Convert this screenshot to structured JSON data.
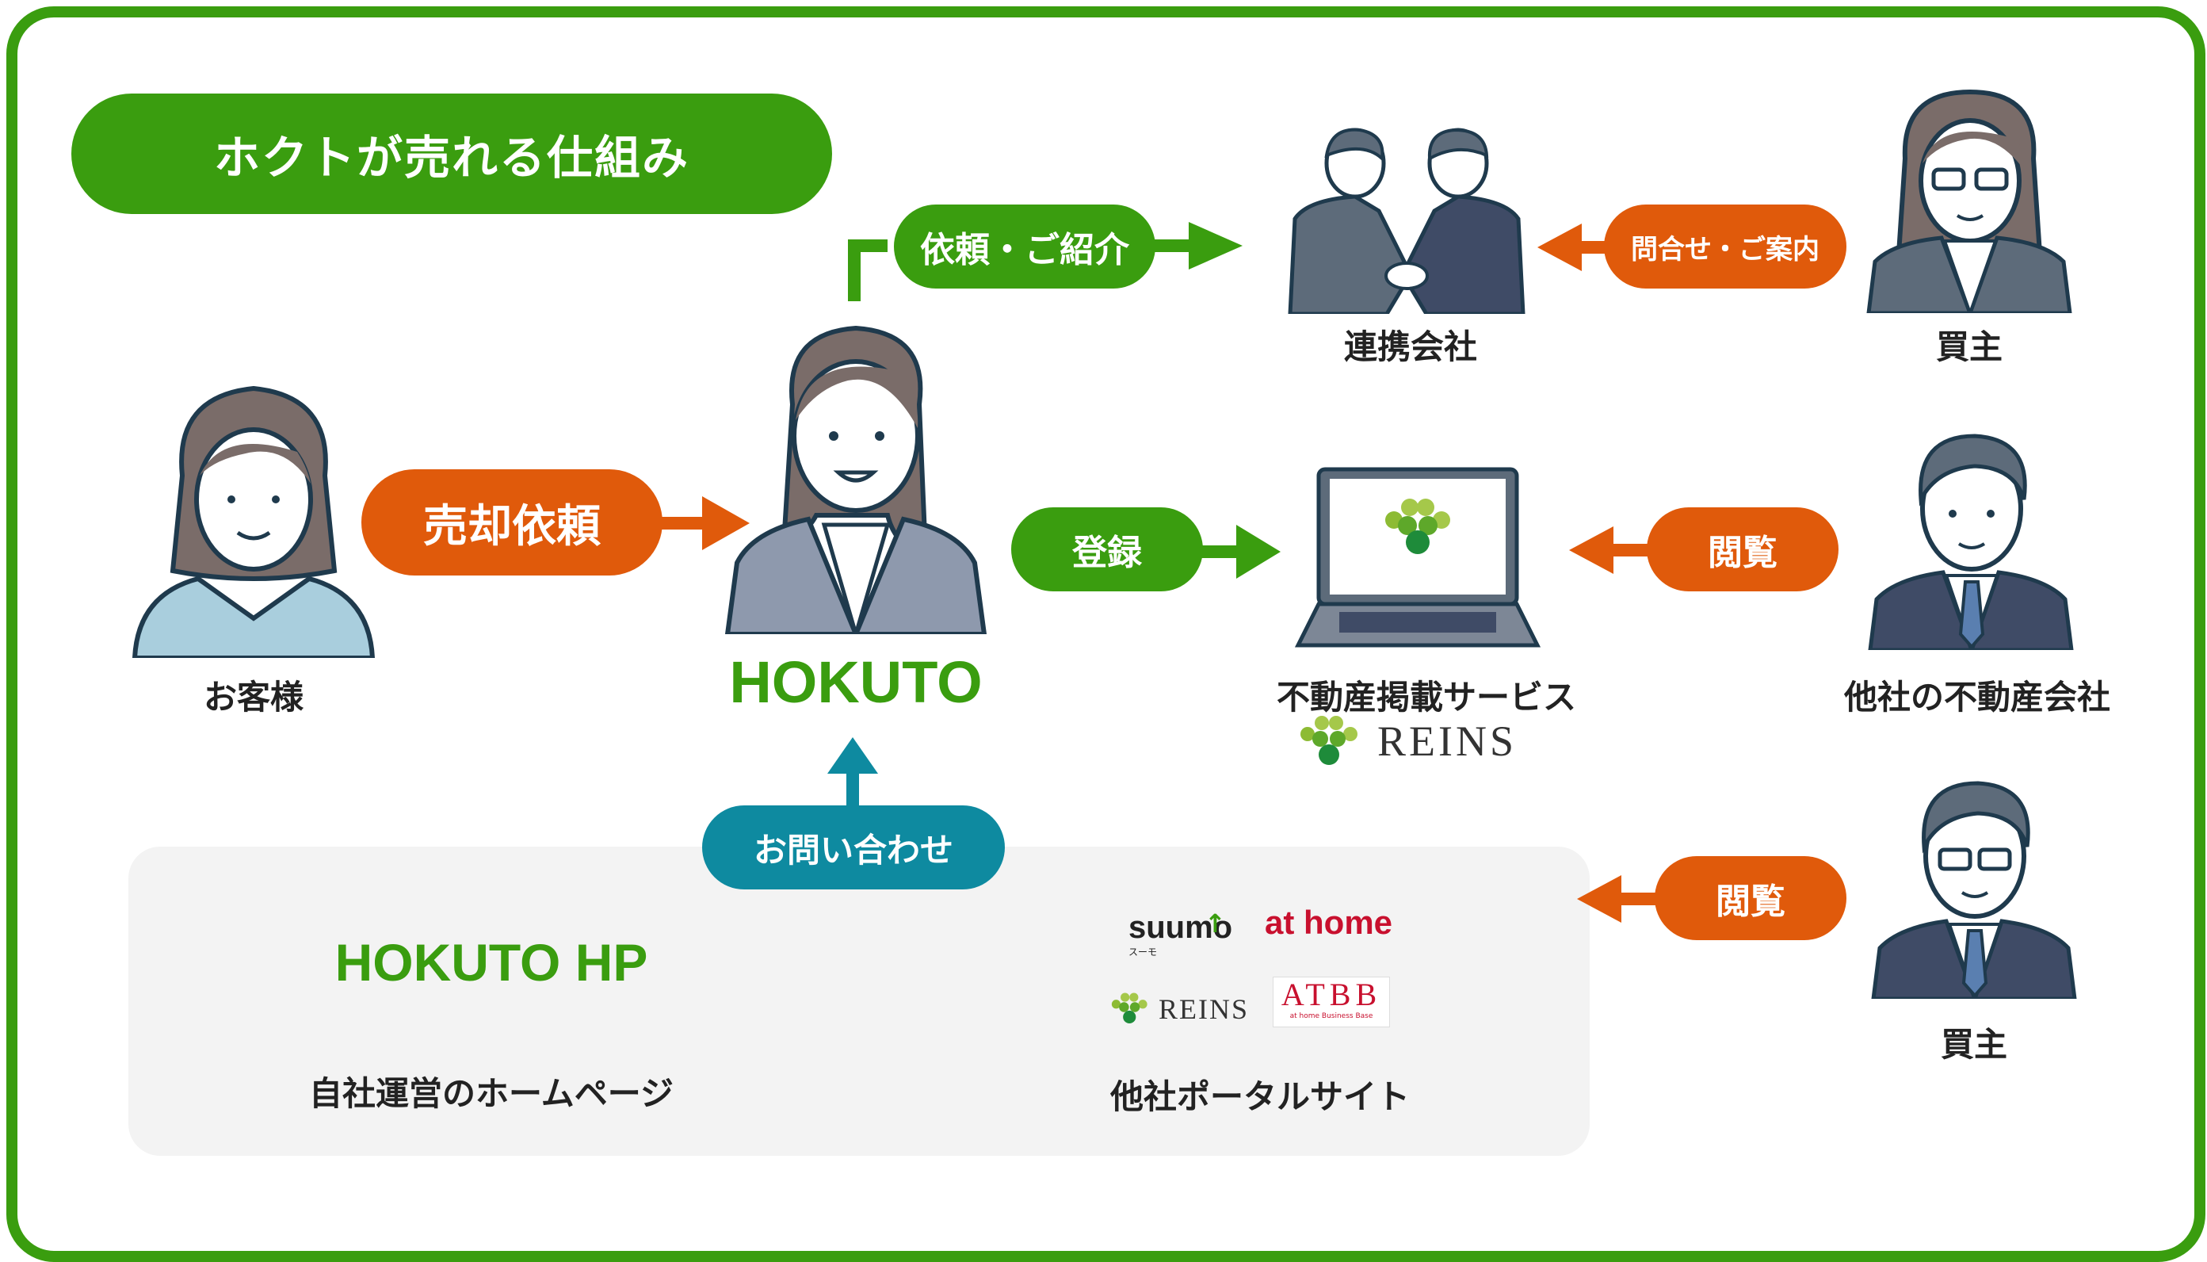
{
  "title": "ホクトが売れる仕組み",
  "nodes": {
    "customer": "お客様",
    "hokuto": "HOKUTO",
    "partner": "連携会社",
    "buyer_top": "買主",
    "listing_service": "不動産掲載サービス",
    "reins_logo": "REINS",
    "other_agent": "他社の不動産会社",
    "buyer_bottom": "買主"
  },
  "edges": {
    "sale_request": "売却依頼",
    "request_intro": "依頼・ご紹介",
    "inquiry_guide": "問合せ・ご案内",
    "register": "登録",
    "browse_1": "閲覧",
    "browse_2": "閲覧",
    "contact": "お問い合わせ"
  },
  "panel": {
    "hp_title": "HOKUTO HP",
    "hp_caption": "自社運営のホームページ",
    "portal_caption": "他社ポータルサイト",
    "logos": {
      "suumo": "suumo",
      "suumo_sub": "スーモ",
      "athome": "at home",
      "reins": "REINS",
      "atbb": "ATBB",
      "atbb_sub": "at home Business Base"
    }
  },
  "colors": {
    "green": "#3a9d0f",
    "orange": "#e05a0b",
    "teal": "#0e8aa0"
  }
}
